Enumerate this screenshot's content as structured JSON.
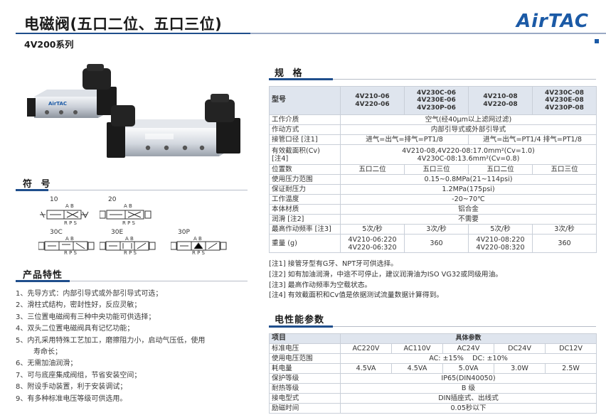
{
  "header": {
    "title": "电磁阀(五口二位、五口三位)",
    "subtitle": "4V200系列",
    "logo": "AirTAC"
  },
  "product_image": {
    "brand_mark": "AirTAC"
  },
  "symbols": {
    "heading": "符 号",
    "items": [
      {
        "code": "10",
        "ports_top": "A B",
        "ports_bottom": "R P S"
      },
      {
        "code": "20",
        "ports_top": "A B",
        "ports_bottom": "R P S"
      },
      {
        "code": "30C",
        "ports_top": "A B",
        "ports_bottom": "R P S"
      },
      {
        "code": "30E",
        "ports_top": "A B",
        "ports_bottom": "R P S"
      },
      {
        "code": "30P",
        "ports_top": "A B",
        "ports_bottom": "R P S"
      }
    ]
  },
  "features": {
    "heading": "产品特性",
    "items": [
      "1、先导方式：内部引导式或外部引导式可选；",
      "2、滑柱式结构，密封性好，反应灵敏；",
      "3、三位置电磁阀有三种中央功能可供选择；",
      "4、双头二位置电磁阀具有记忆功能；",
      "5、内孔采用特殊工艺加工，磨擦阻力小，启动气压低，使用",
      "寿命长；",
      "6、无需加油润滑；",
      "7、可与底座集成阀组，节省安装空间；",
      "8、附设手动装置，利于安装调试；",
      "9、有多种标准电压等级可供选用。"
    ]
  },
  "specs": {
    "heading": "规 格",
    "header_row": {
      "label": "型号",
      "models": [
        "4V210-06\n4V220-06",
        "4V230C-06\n4V230E-06\n4V230P-06",
        "4V210-08\n4V220-08",
        "4V230C-08\n4V230E-08\n4V230P-08"
      ]
    },
    "rows": {
      "medium": {
        "label": "工作介质",
        "value": "空气(经40μm以上滤网过滤)"
      },
      "action": {
        "label": "作动方式",
        "value": "内部引导式或外部引导式"
      },
      "port": {
        "label": "接管口径  [注1]",
        "v06": "进气=出气=排气=PT1/8",
        "v08": "进气=出气=PT1/4  排气=PT1/8"
      },
      "area": {
        "label": "有效截面积(Cv)\n[注4]",
        "value_line1": "4V210-08,4V220-08:17.0mm²(Cv=1.0)",
        "value_line2": "4V230C-08:13.6mm²(Cv=0.8)"
      },
      "positions": {
        "label": "位置数",
        "values": [
          "五口二位",
          "五口三位",
          "五口二位",
          "五口三位"
        ]
      },
      "pressure": {
        "label": "使用压力范围",
        "value": "0.15~0.8MPa(21~114psi)"
      },
      "proof": {
        "label": "保证耐压力",
        "value": "1.2MPa(175psi)"
      },
      "temp": {
        "label": "工作温度",
        "value": "-20~70℃"
      },
      "material": {
        "label": "本体材质",
        "value": "铝合金"
      },
      "lubrication": {
        "label": "润滑  [注2]",
        "value": "不需要"
      },
      "frequency": {
        "label": "最高作动频率  [注3]",
        "values": [
          "5次/秒",
          "3次/秒",
          "5次/秒",
          "3次/秒"
        ]
      },
      "weight": {
        "label": "重量  (g)",
        "values": [
          "4V210-06:220\n4V220-06:320",
          "360",
          "4V210-08:220\n4V220-08:320",
          "360"
        ]
      }
    },
    "notes": [
      "[注1] 接管牙型有G牙、NPT牙可供选择。",
      "[注2] 如有加油润滑，中途不可停止，建议润滑油为ISO VG32或同级用油。",
      "[注3] 最高作动频率为空载状态。",
      "[注4] 有效截面积和Cv值是依据测试流量数据计算得到。"
    ]
  },
  "electrical": {
    "heading": "电性能参数",
    "header": {
      "item": "项目",
      "params": "具体参数"
    },
    "rows": {
      "voltage": {
        "label": "标准电压",
        "values": [
          "AC220V",
          "AC110V",
          "AC24V",
          "DC24V",
          "DC12V"
        ]
      },
      "range": {
        "label": "使用电压范围",
        "value": "AC: ±15%    DC: ±10%"
      },
      "power": {
        "label": "耗电量",
        "values": [
          "4.5VA",
          "4.5VA",
          "5.0VA",
          "3.0W",
          "2.5W"
        ]
      },
      "protection": {
        "label": "保护等级",
        "value": "IP65(DIN40050)"
      },
      "insulation": {
        "label": "耐热等级",
        "value": "B 级"
      },
      "connection": {
        "label": "接电型式",
        "value": "DIN插座式、出线式"
      },
      "excitation": {
        "label": "励磁时间",
        "value": "0.05秒以下"
      }
    }
  },
  "colors": {
    "accent": "#1f4e8c",
    "logo": "#1b5aa6",
    "table_header": "#dfe5ee",
    "grid": "#c9cfd8"
  }
}
